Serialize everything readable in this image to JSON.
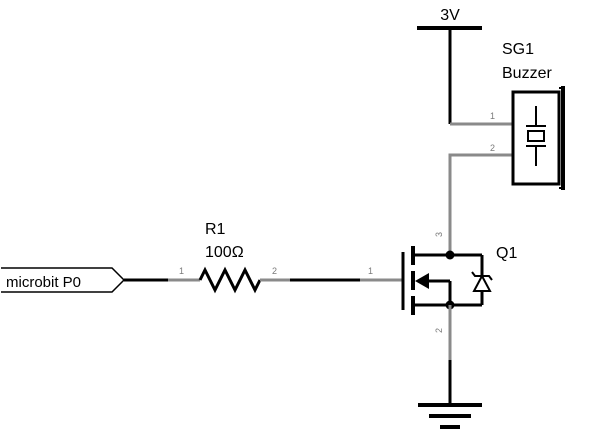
{
  "power": {
    "label": "3V"
  },
  "buzzer": {
    "ref": "SG1",
    "value": "Buzzer",
    "pin1": "1",
    "pin2": "2"
  },
  "resistor": {
    "ref": "R1",
    "value": "100Ω",
    "pin1": "1",
    "pin2": "2"
  },
  "transistor": {
    "ref": "Q1",
    "gate_pin": "1",
    "source_pin": "2",
    "drain_pin": "3"
  },
  "input_port": {
    "label": "microbit P0"
  }
}
